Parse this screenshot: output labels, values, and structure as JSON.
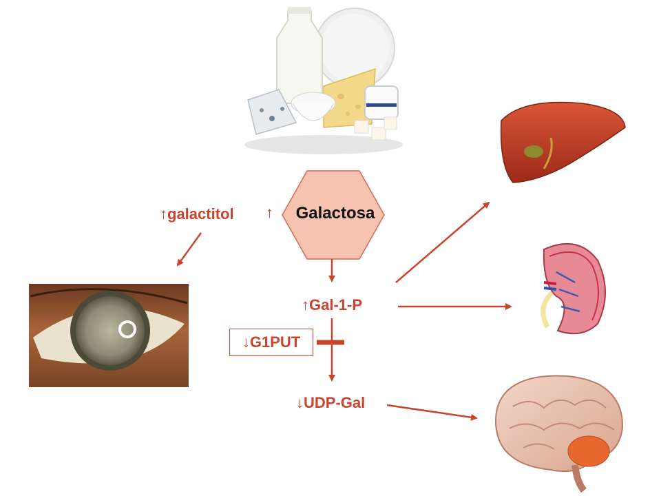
{
  "diagram": {
    "center": {
      "label": "Galactosa",
      "marker": "↑"
    },
    "metabolites": {
      "galactitol": "↑galactitol",
      "gal1p": "↑Gal-1-P",
      "udpgal": "↓UDP-Gal"
    },
    "enzyme": {
      "label": "↓G1PUT",
      "effect": "blocked"
    },
    "illustrations": [
      "dairy-products-illustration",
      "cataract-eye-photo",
      "liver-illustration",
      "kidney-illustration",
      "brain-illustration"
    ],
    "colors": {
      "accent": "#c8442c",
      "hexagon_fill": "#f6c3b1",
      "hexagon_stroke": "#d06a52"
    }
  }
}
